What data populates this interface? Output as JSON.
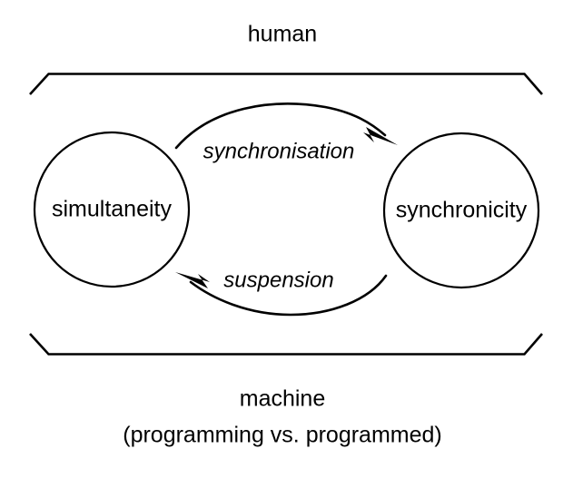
{
  "diagram": {
    "title_top": "human",
    "title_bottom_line1": "machine",
    "title_bottom_line2": "(programming vs. programmed)",
    "nodes": [
      {
        "id": "simultaneity",
        "label": "simultaneity"
      },
      {
        "id": "synchronicity",
        "label": "synchronicity"
      }
    ],
    "edges": [
      {
        "id": "synchronisation",
        "label": "synchronisation",
        "from": "simultaneity",
        "to": "synchronicity"
      },
      {
        "id": "suspension",
        "label": "suspension",
        "from": "synchronicity",
        "to": "simultaneity"
      }
    ],
    "colors": {
      "stroke": "#000000",
      "background": "#ffffff",
      "fill": "#ffffff"
    }
  }
}
